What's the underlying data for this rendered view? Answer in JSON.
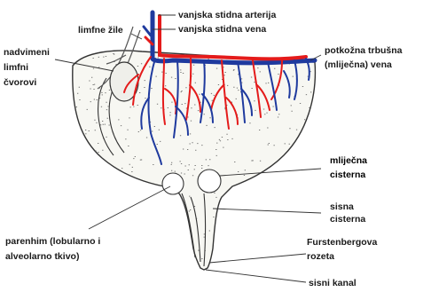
{
  "labels": {
    "lymph_vessels": "limfne žile",
    "ext_pudendal_artery": "vanjska stidna arterija",
    "ext_pudendal_vein": "vanjska stidna vena",
    "supramammary_nodes_1": "nadvimeni",
    "supramammary_nodes_2": "limfni",
    "supramammary_nodes_3": "čvorovi",
    "milk_vein_1": "potkožna trbušna",
    "milk_vein_2": "(mliječna) vena",
    "gland_cistern_1": "mliječna",
    "gland_cistern_2": "cisterna",
    "teat_cistern_1": "sisna",
    "teat_cistern_2": "cisterna",
    "parenchyma_1": "parenhim (lobularno i",
    "parenchyma_2": "alveolarno tkivo)",
    "furstenberg_1": "Furstenbergova",
    "furstenberg_2": "rozeta",
    "teat_canal": "sisni kanal"
  },
  "colors": {
    "artery": "#e41b1b",
    "vein": "#1f3a9e",
    "outline": "#333333",
    "stipple": "#555555"
  }
}
